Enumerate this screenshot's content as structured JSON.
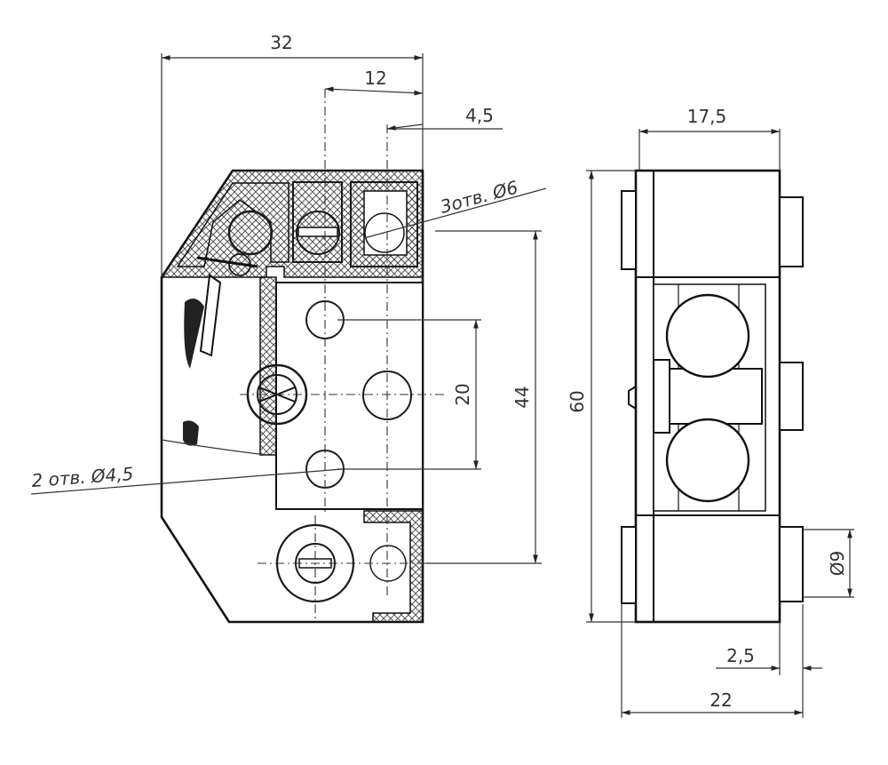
{
  "drawing": {
    "side_view": {
      "dimensions": {
        "width_total": "32",
        "offset_12": "12",
        "offset_4_5": "4,5",
        "height_44": "44",
        "spacing_20": "20"
      },
      "callouts": {
        "holes_6": "3отв. Ø6",
        "holes_4_5": "2 отв. Ø4,5"
      }
    },
    "front_view": {
      "dimensions": {
        "width_17_5": "17,5",
        "height_60": "60",
        "diameter_9": "Ø9",
        "offset_2_5": "2,5",
        "width_22": "22"
      }
    }
  }
}
